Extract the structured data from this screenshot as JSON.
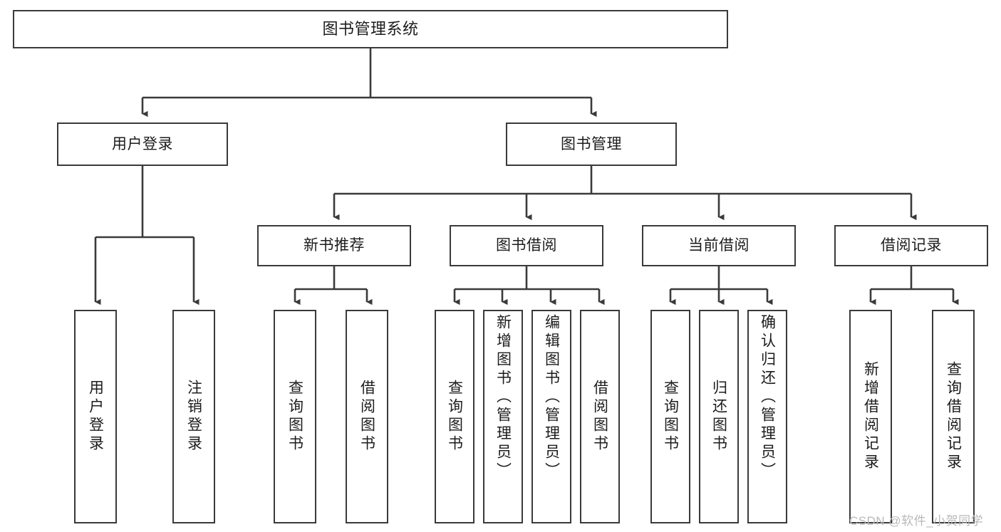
{
  "diagram": {
    "type": "tree-structure-chart",
    "title": "图书管理系统",
    "background_color": "#ffffff",
    "line_color": "#3a3a3a",
    "text_color": "#1c1c1c",
    "root": {
      "label": "图书管理系统"
    },
    "level2": [
      {
        "label": "用户登录"
      },
      {
        "label": "图书管理"
      }
    ],
    "level3": [
      {
        "label": "新书推荐"
      },
      {
        "label": "图书借阅"
      },
      {
        "label": "当前借阅"
      },
      {
        "label": "借阅记录"
      }
    ],
    "leaves": {
      "user_login": [
        {
          "label": "用户登录"
        },
        {
          "label": "注销登录"
        }
      ],
      "new_book_recommend": [
        {
          "label": "查询图书"
        },
        {
          "label": "借阅图书"
        }
      ],
      "book_borrow": [
        {
          "label": "查询图书"
        },
        {
          "label": "新增图书（管理员）"
        },
        {
          "label": "编辑图书（管理员）"
        },
        {
          "label": "借阅图书"
        }
      ],
      "current_borrow": [
        {
          "label": "查询图书"
        },
        {
          "label": "归还图书"
        },
        {
          "label": "确认归还（管理员）"
        }
      ],
      "borrow_record": [
        {
          "label": "新增借阅记录"
        },
        {
          "label": "查询借阅记录"
        }
      ]
    }
  },
  "watermark": {
    "text": "CSDN @软件_小贺同学"
  }
}
